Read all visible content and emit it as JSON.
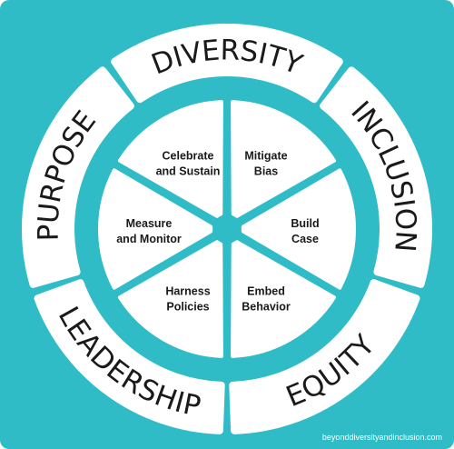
{
  "colors": {
    "background": "#2fbcc7",
    "segment": "#ffffff",
    "text": "#1a1a1a",
    "footer_text": "#ffffff"
  },
  "outer_ring": [
    {
      "label": "PURPOSE"
    },
    {
      "label": "DIVERSITY"
    },
    {
      "label": "INCLUSION"
    },
    {
      "label": "EQUITY"
    },
    {
      "label": "LEADERSHIP"
    }
  ],
  "inner_wedges": [
    {
      "lines": [
        "Mitigate",
        "Bias"
      ]
    },
    {
      "lines": [
        "Build",
        "Case"
      ]
    },
    {
      "lines": [
        "Embed",
        "Behavior"
      ]
    },
    {
      "lines": [
        "Harness",
        "Policies"
      ]
    },
    {
      "lines": [
        "Measure",
        "and Monitor"
      ]
    },
    {
      "lines": [
        "Celebrate",
        "and Sustain"
      ]
    }
  ],
  "footer": "beyonddiversityandinclusion.com"
}
